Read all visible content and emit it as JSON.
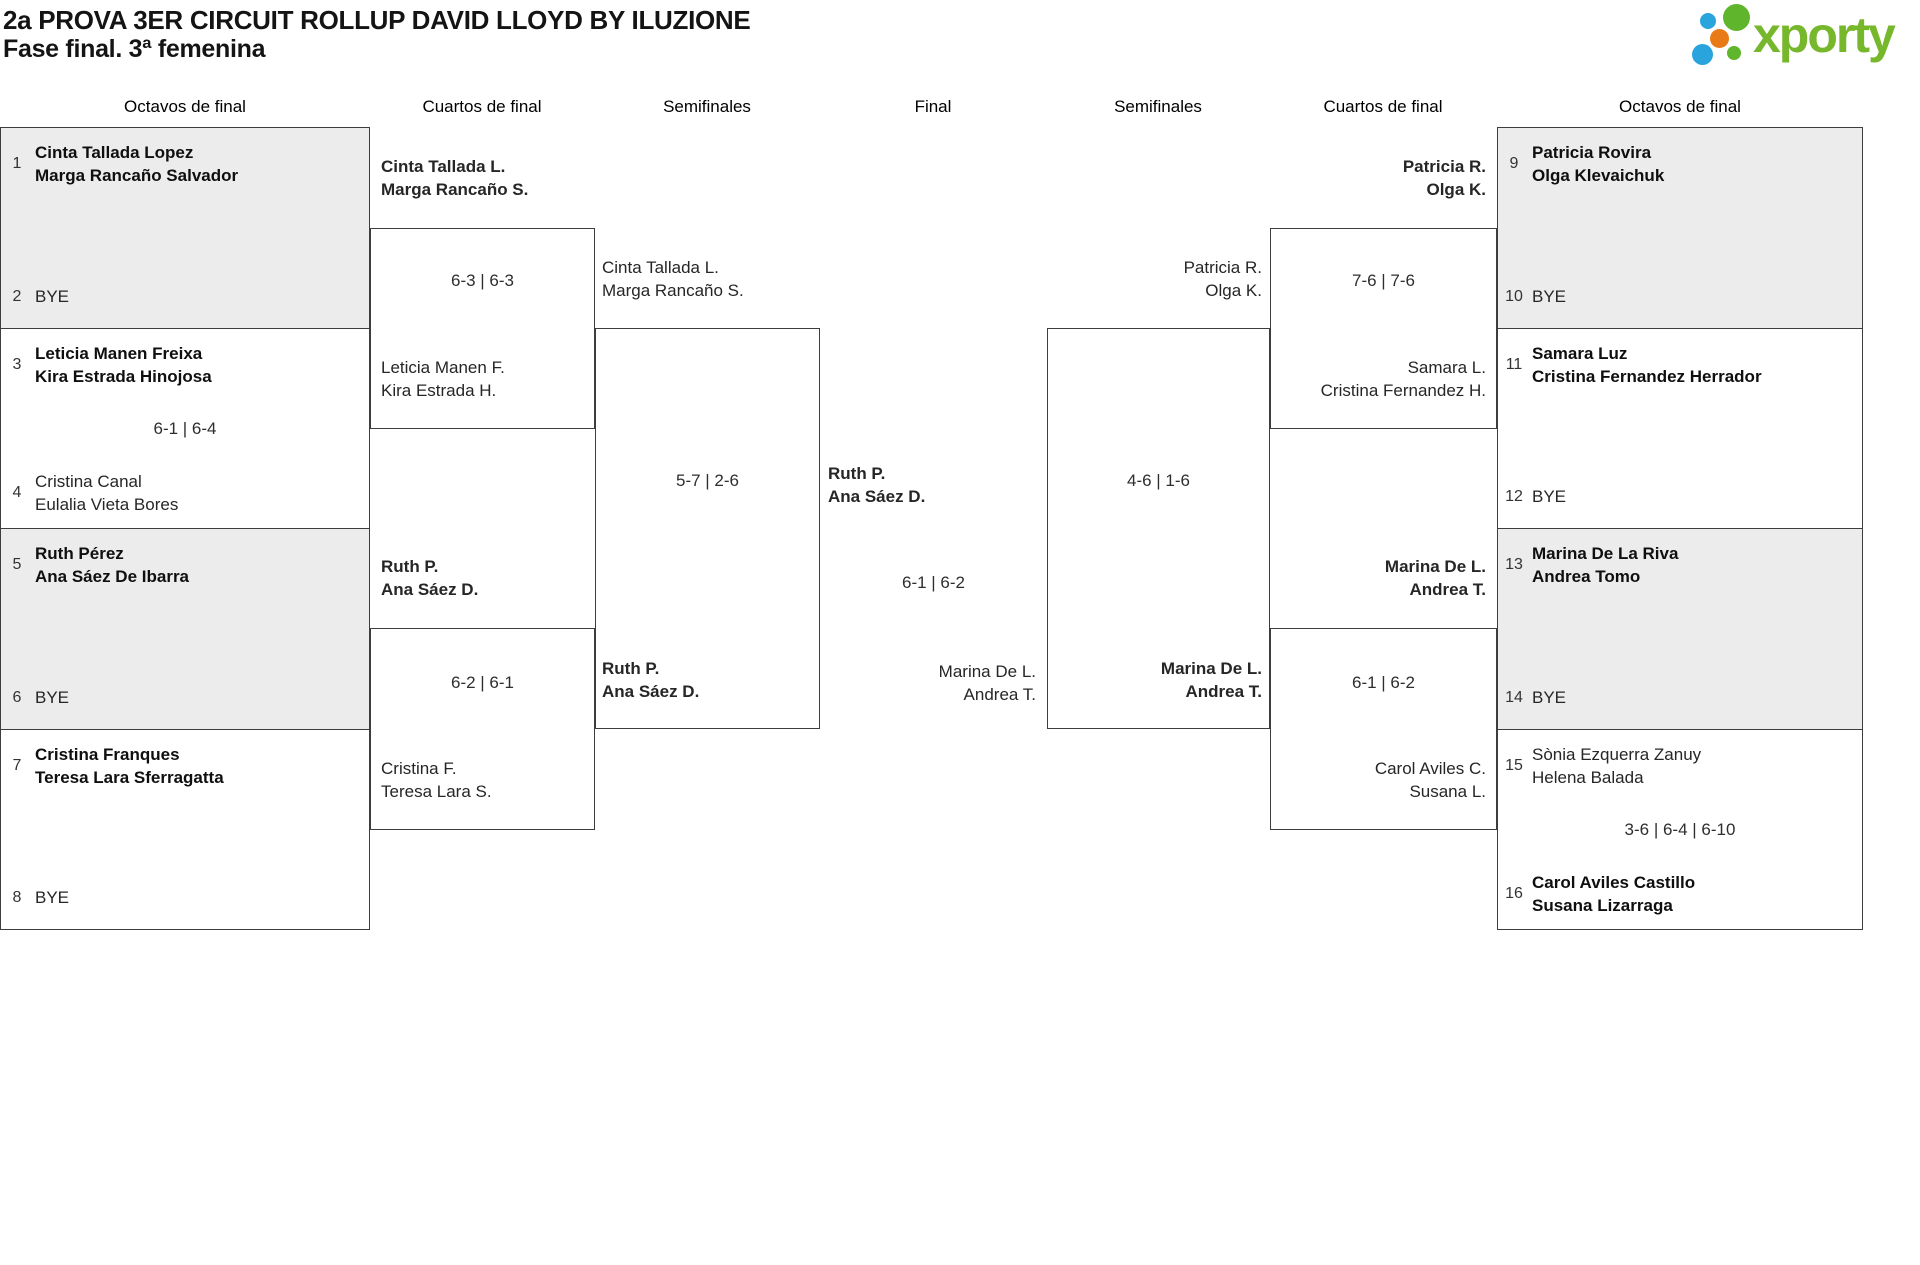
{
  "title": "2a PROVA 3ER CIRCUIT ROLLUP DAVID LLOYD BY ILUZIONE",
  "subtitle": "Fase final. 3ª femenina",
  "logo": {
    "wordmark": "xporty"
  },
  "round_headers": {
    "octavos_left": "Octavos de final",
    "cuartos_left": "Cuartos de final",
    "semis_left": "Semifinales",
    "final": "Final",
    "semis_right": "Semifinales",
    "cuartos_right": "Cuartos de final",
    "octavos_right": "Octavos de final"
  },
  "octavos_left": [
    {
      "seed_top": "1",
      "top1": "Cinta Tallada Lopez",
      "top2": "Marga Rancaño Salvador",
      "seed_bottom": "2",
      "bye": "BYE"
    },
    {
      "seed_top": "3",
      "top1": "Leticia Manen Freixa",
      "top2": "Kira Estrada Hinojosa",
      "score": "6-1 | 6-4",
      "seed_bottom": "4",
      "bottom1": "Cristina Canal",
      "bottom2": "Eulalia Vieta Bores"
    },
    {
      "seed_top": "5",
      "top1": "Ruth Pérez",
      "top2": "Ana Sáez De Ibarra",
      "seed_bottom": "6",
      "bye": "BYE"
    },
    {
      "seed_top": "7",
      "top1": "Cristina Franques",
      "top2": "Teresa Lara Sferragatta",
      "seed_bottom": "8",
      "bye": "BYE"
    }
  ],
  "cuartos_left": [
    {
      "top1": "Cinta Tallada L.",
      "top2": "Marga Rancaño S.",
      "score": "6-3 | 6-3",
      "bottom1": "Leticia Manen F.",
      "bottom2": "Kira Estrada H."
    },
    {
      "top1": "Ruth P.",
      "top2": "Ana Sáez D.",
      "score": "6-2 | 6-1",
      "bottom1": "Cristina F.",
      "bottom2": "Teresa Lara S."
    }
  ],
  "semis_left": {
    "top1": "Cinta Tallada L.",
    "top2": "Marga Rancaño S.",
    "score": "5-7 | 2-6",
    "bottom1": "Ruth P.",
    "bottom2": "Ana Sáez D."
  },
  "final": {
    "top1": "Ruth P.",
    "top2": "Ana Sáez D.",
    "score": "6-1 | 6-2",
    "bottom1": "Marina De L.",
    "bottom2": "Andrea T."
  },
  "semis_right": {
    "top1": "Patricia R.",
    "top2": "Olga K.",
    "score": "4-6 | 1-6",
    "bottom1": "Marina De L.",
    "bottom2": "Andrea T."
  },
  "cuartos_right": [
    {
      "top1": "Patricia R.",
      "top2": "Olga K.",
      "score": "7-6 | 7-6",
      "bottom1": "Samara L.",
      "bottom2": "Cristina Fernandez H."
    },
    {
      "top1": "Marina De L.",
      "top2": "Andrea T.",
      "score": "6-1 | 6-2",
      "bottom1": "Carol Aviles C.",
      "bottom2": "Susana L."
    }
  ],
  "octavos_right": [
    {
      "seed_top": "9",
      "top1": "Patricia Rovira",
      "top2": "Olga Klevaichuk",
      "seed_bottom": "10",
      "bye": "BYE"
    },
    {
      "seed_top": "11",
      "top1": "Samara Luz",
      "top2": "Cristina Fernandez Herrador",
      "seed_bottom": "12",
      "bye": "BYE"
    },
    {
      "seed_top": "13",
      "top1": "Marina De La Riva",
      "top2": "Andrea Tomo",
      "seed_bottom": "14",
      "bye": "BYE"
    },
    {
      "seed_top": "15",
      "top1": "Sònia Ezquerra Zanuy",
      "top2": "Helena Balada",
      "score": "3-6 | 6-4 | 6-10",
      "seed_bottom": "16",
      "bottom1": "Carol Aviles Castillo",
      "bottom2": "Susana Lizarraga"
    }
  ]
}
